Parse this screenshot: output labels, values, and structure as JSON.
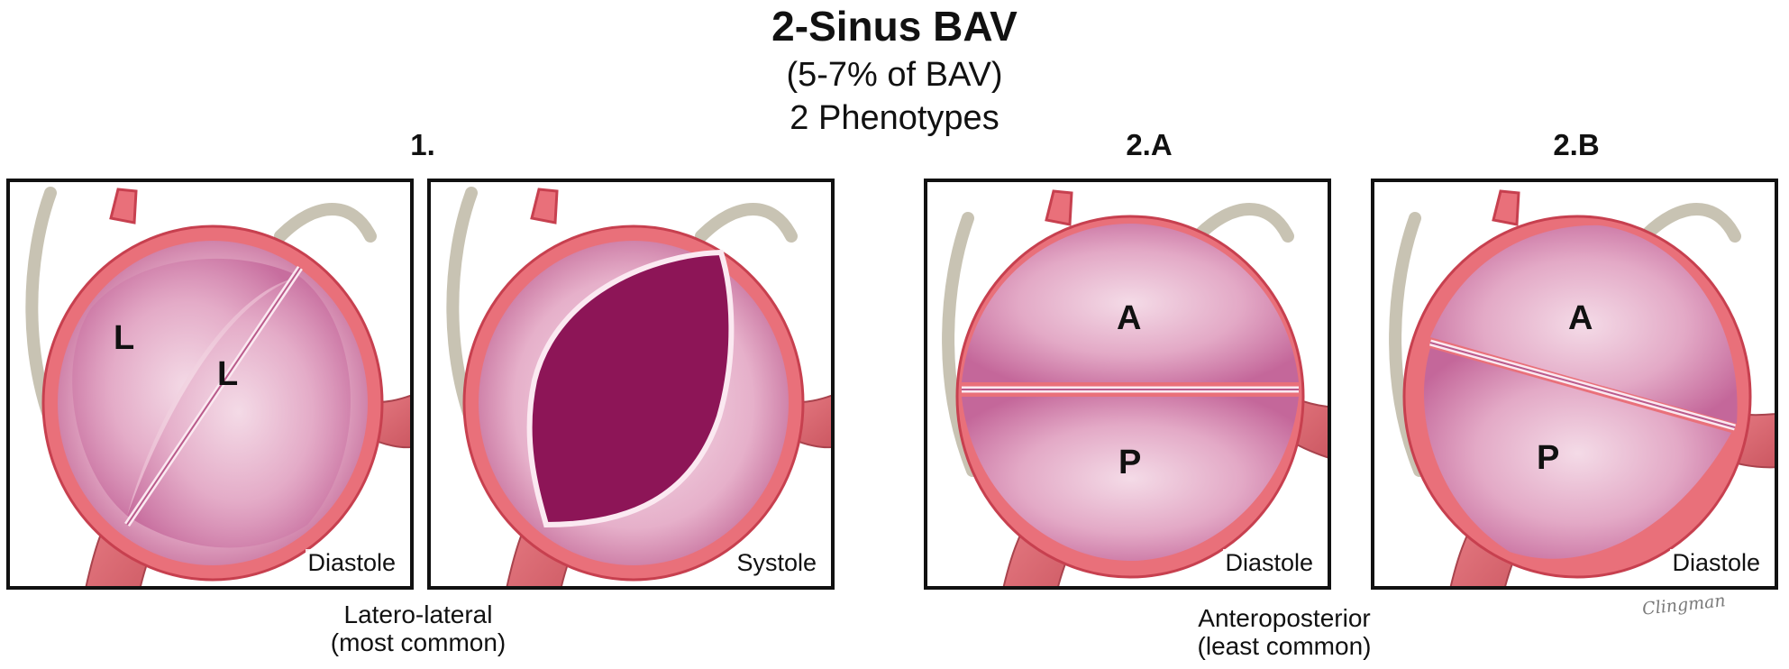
{
  "title": "2-Sinus BAV",
  "subtitle_1": "(5-7% of BAV)",
  "subtitle_2": "2 Phenotypes",
  "headings": {
    "h1": "1.",
    "h2a": "2.A",
    "h2b": "2.B"
  },
  "panels": [
    {
      "phase": "Diastole",
      "leaflets": [
        "L",
        "L"
      ]
    },
    {
      "phase": "Systole",
      "leaflets": []
    },
    {
      "phase": "Diastole",
      "leaflets": [
        "A",
        "P"
      ]
    },
    {
      "phase": "Diastole",
      "leaflets": [
        "A",
        "P"
      ]
    }
  ],
  "captions": {
    "left_line1": "Latero-lateral",
    "left_line2": "(most common)",
    "right_line1": "Anteroposterior",
    "right_line2": "(least common)"
  },
  "signature": "Clingman",
  "colors": {
    "annulus": "#e9707a",
    "leaflet": "#cd6e9b",
    "leaflet_light": "#f2d2e2",
    "orifice": "#8d1557",
    "artery": "#d9656d",
    "aorta_wall": "#c8c3b3"
  }
}
